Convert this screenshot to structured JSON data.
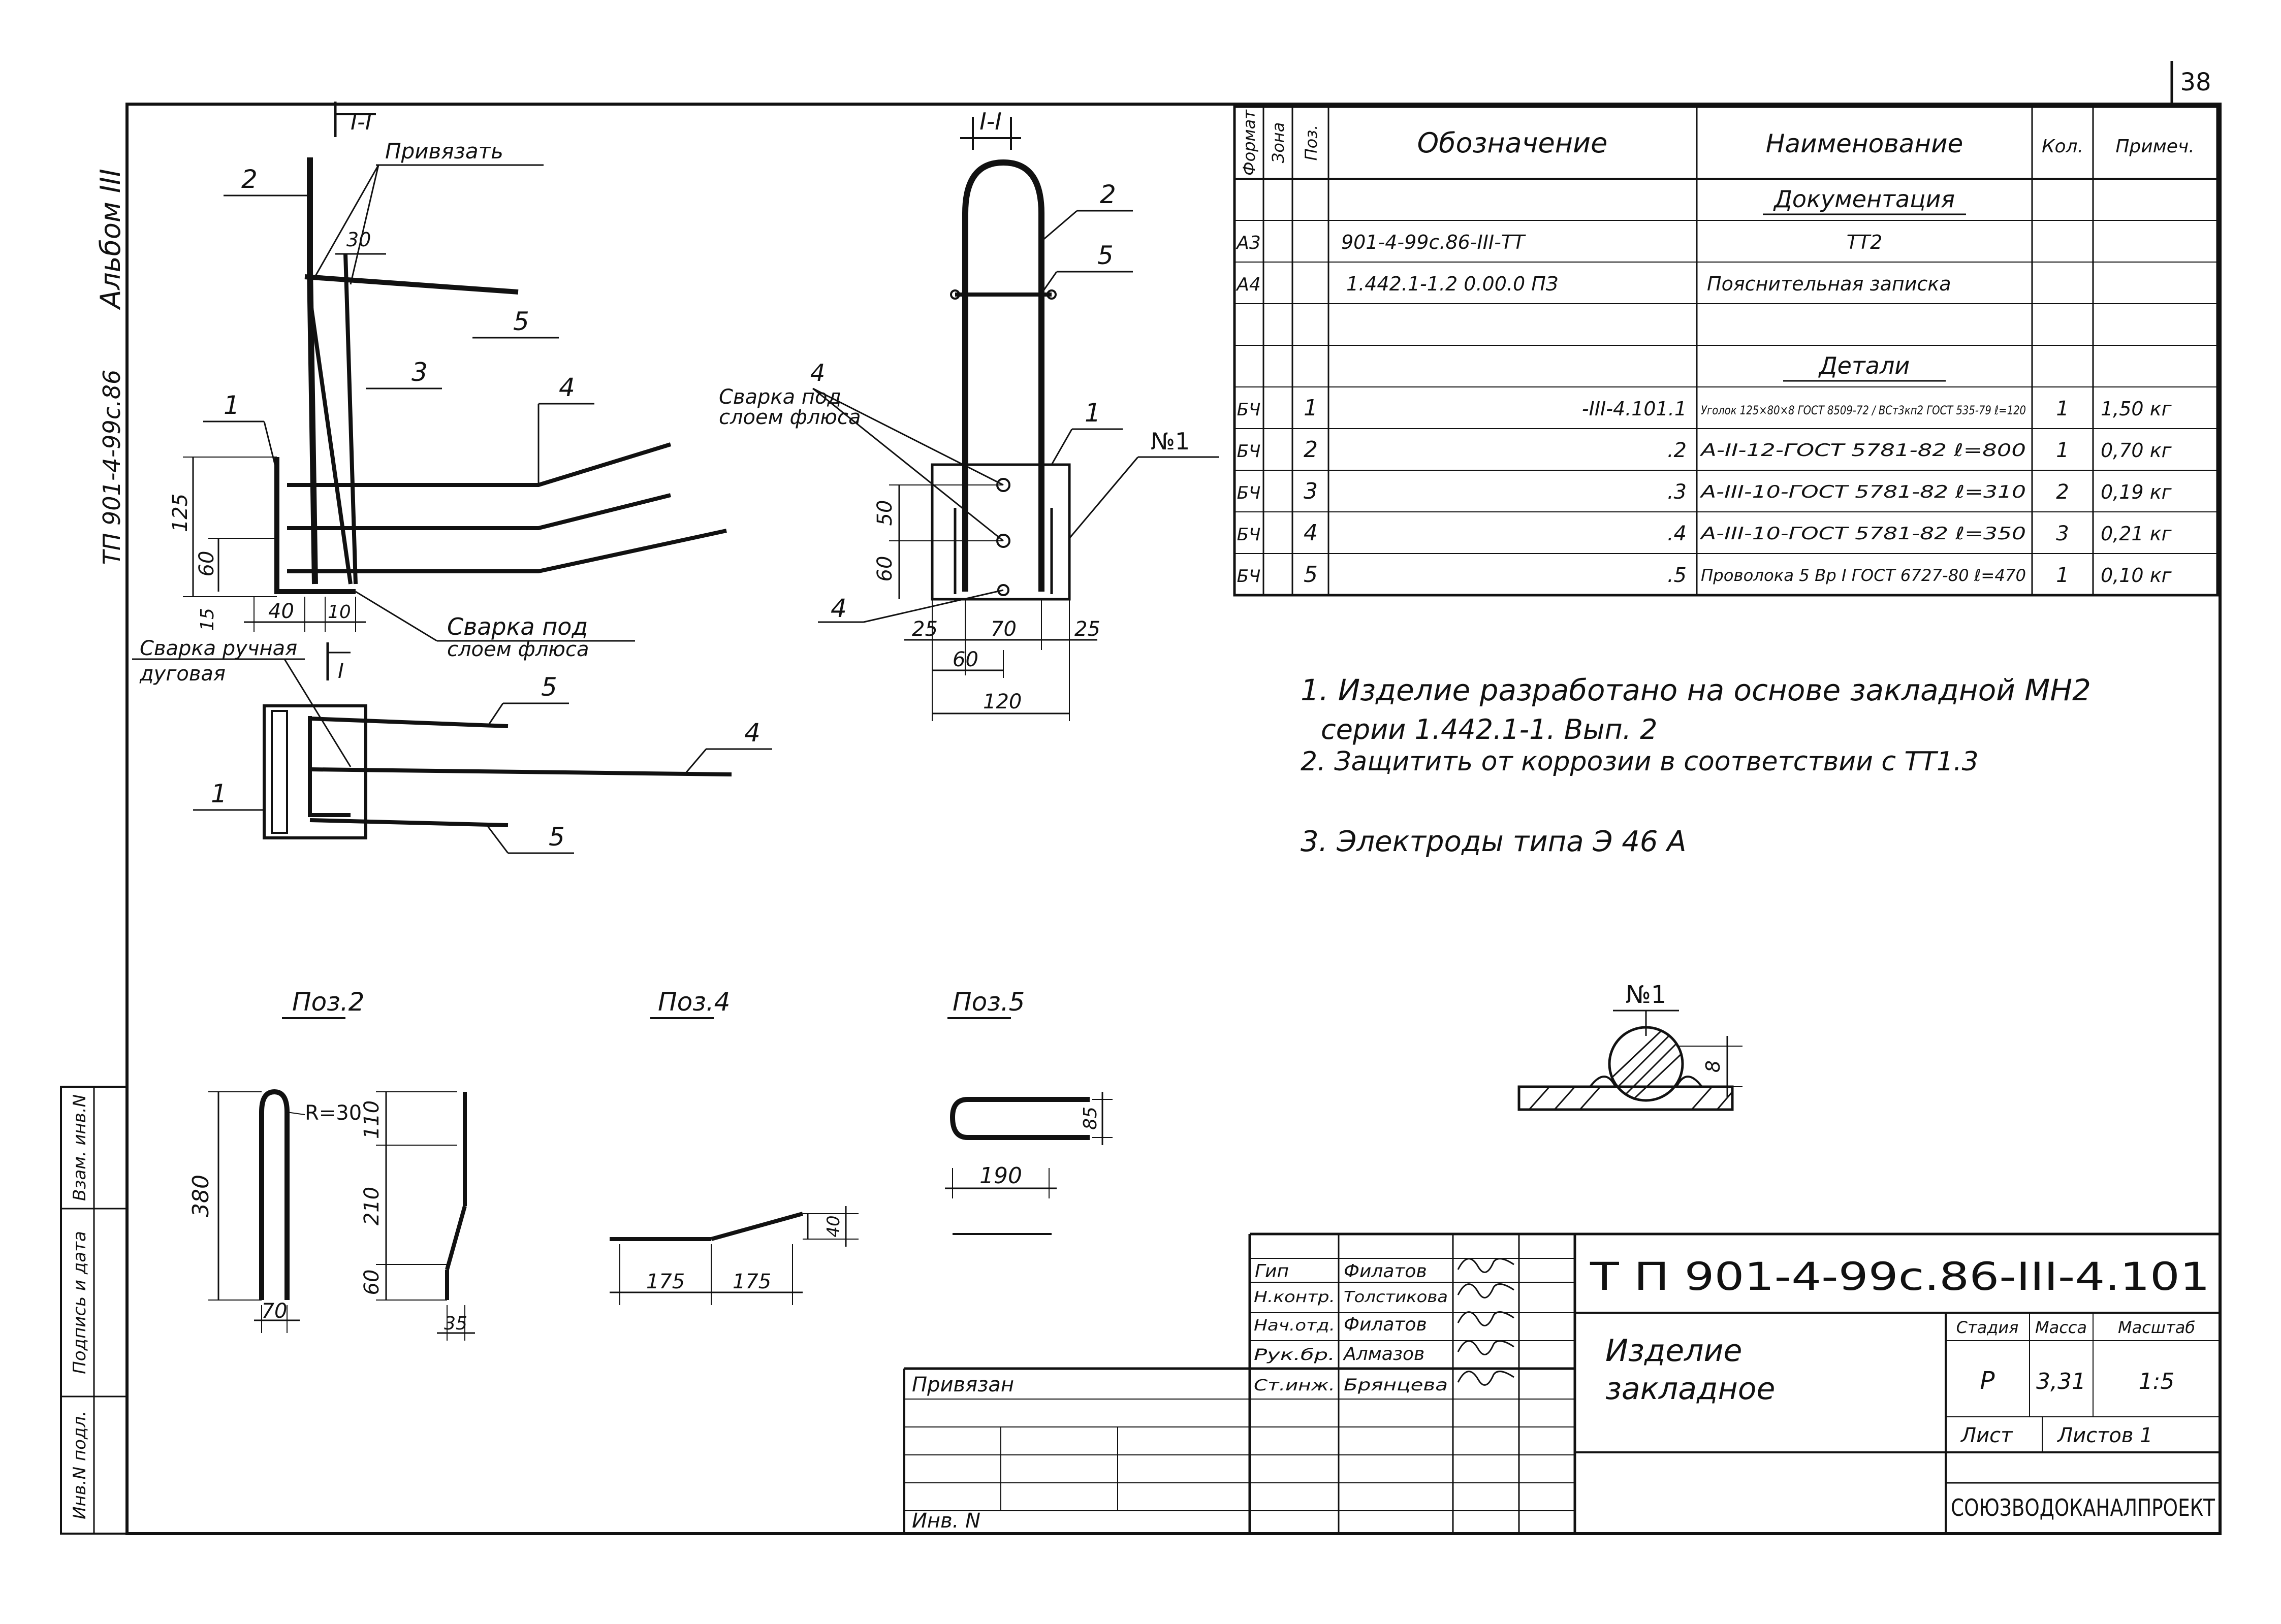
{
  "sheet_number": "38",
  "side_margin": {
    "album": "Альбом III",
    "project_code": "ТП 901-4-99с.86",
    "stamp_cells": [
      "Инв.N подл.",
      "Подпись и дата",
      "Взам. инв.N"
    ]
  },
  "view_main": {
    "section_mark": "I-I",
    "attach_label": "Привязать",
    "weld_flux_label": [
      "Сварка под",
      "слоем флюса"
    ],
    "positions": [
      "2",
      "5",
      "3",
      "4",
      "1"
    ],
    "dims": [
      "30",
      "125",
      "60",
      "15",
      "40",
      "10"
    ]
  },
  "view_plan": {
    "weld_arc_label": [
      "Сварка ручная",
      "дуговая"
    ],
    "section_mark": "I",
    "positions": [
      "5",
      "4",
      "1",
      "5"
    ]
  },
  "view_section": {
    "title": "I-I",
    "weld_flux_label": [
      "Сварка под",
      "слоем флюса"
    ],
    "node_mark": "№1",
    "positions": [
      "2",
      "5",
      "4",
      "1",
      "4"
    ],
    "dims": [
      "50",
      "60",
      "25",
      "70",
      "25",
      "60",
      "120"
    ]
  },
  "spec_table": {
    "headers": [
      "Формат",
      "Зона",
      "Поз.",
      "Обозначение",
      "Наименование",
      "Кол.",
      "Примеч."
    ],
    "rows": [
      {
        "format": "",
        "zone": "",
        "pos": "",
        "designation": "",
        "name": "Документация",
        "qty": "",
        "note": "",
        "section": true
      },
      {
        "format": "А3",
        "zone": "",
        "pos": "",
        "designation": "901-4-99с.86-III-ТТ",
        "name": "ТТ2",
        "qty": "",
        "note": ""
      },
      {
        "format": "А4",
        "zone": "",
        "pos": "",
        "designation": "1.442.1-1.2 0.00.0 ПЗ",
        "name": "Пояснительная записка",
        "qty": "",
        "note": ""
      },
      {
        "format": "",
        "zone": "",
        "pos": "",
        "designation": "",
        "name": "",
        "qty": "",
        "note": ""
      },
      {
        "format": "",
        "zone": "",
        "pos": "",
        "designation": "",
        "name": "Детали",
        "qty": "",
        "note": "",
        "section": true
      },
      {
        "format": "БЧ",
        "zone": "",
        "pos": "1",
        "designation": "-III-4.101.1",
        "name": "Уголок 125×80×8 ГОСТ 8509-72 / ВСт3кп2 ГОСТ 535-79 ℓ=120",
        "qty": "1",
        "note": "1,50 кг"
      },
      {
        "format": "БЧ",
        "zone": "",
        "pos": "2",
        "designation": ".2",
        "name": "А-II-12-ГОСТ 5781-82 ℓ=800",
        "qty": "1",
        "note": "0,70 кг"
      },
      {
        "format": "БЧ",
        "zone": "",
        "pos": "3",
        "designation": ".3",
        "name": "А-III-10-ГОСТ 5781-82 ℓ=310",
        "qty": "2",
        "note": "0,19 кг"
      },
      {
        "format": "БЧ",
        "zone": "",
        "pos": "4",
        "designation": ".4",
        "name": "А-III-10-ГОСТ 5781-82 ℓ=350",
        "qty": "3",
        "note": "0,21 кг"
      },
      {
        "format": "БЧ",
        "zone": "",
        "pos": "5",
        "designation": ".5",
        "name": "Проволока 5 Вр I ГОСТ 6727-80 ℓ=470",
        "qty": "1",
        "note": "0,10 кг"
      }
    ]
  },
  "notes": [
    "1. Изделие разработано на основе закладной МН2",
    "серии 1.442.1-1. Вып. 2",
    "2. Защитить от коррозии в соответствии с ТТ1.3",
    "3. Электроды типа Э 46 А"
  ],
  "detail_node": {
    "title": "№1",
    "dim": "8"
  },
  "pos2": {
    "title": "Поз.2",
    "radius": "R=30",
    "dims": [
      "380",
      "70"
    ]
  },
  "pos4": {
    "title": "Поз.4",
    "dims": [
      "110",
      "210",
      "60",
      "35",
      "175",
      "175",
      "40"
    ]
  },
  "pos5": {
    "title": "Поз.5",
    "dims": [
      "85",
      "190"
    ]
  },
  "title_block": {
    "code": "Т П 901-4-99с.86-III-4.101",
    "item_name": [
      "Изделие",
      "закладное"
    ],
    "stage_header": "Стадия",
    "mass_header": "Масса",
    "scale_header": "Масштаб",
    "stage": "Р",
    "mass": "3,31",
    "scale": "1:5",
    "sheet_label": "Лист",
    "sheets_label": "Листов 1",
    "organization": "СОЮЗВОДОКАНАЛПРОЕКТ",
    "tied_label": "Привязан",
    "inv_label": "Инв. N",
    "staff": [
      {
        "role": "Гип",
        "name": "Филатов"
      },
      {
        "role": "Н.контр.",
        "name": "Толстикова"
      },
      {
        "role": "Нач.отд.",
        "name": "Филатов"
      },
      {
        "role": "Рук.бр.",
        "name": "Алмазов"
      },
      {
        "role": "Ст.инж.",
        "name": "Брянцева"
      }
    ]
  }
}
